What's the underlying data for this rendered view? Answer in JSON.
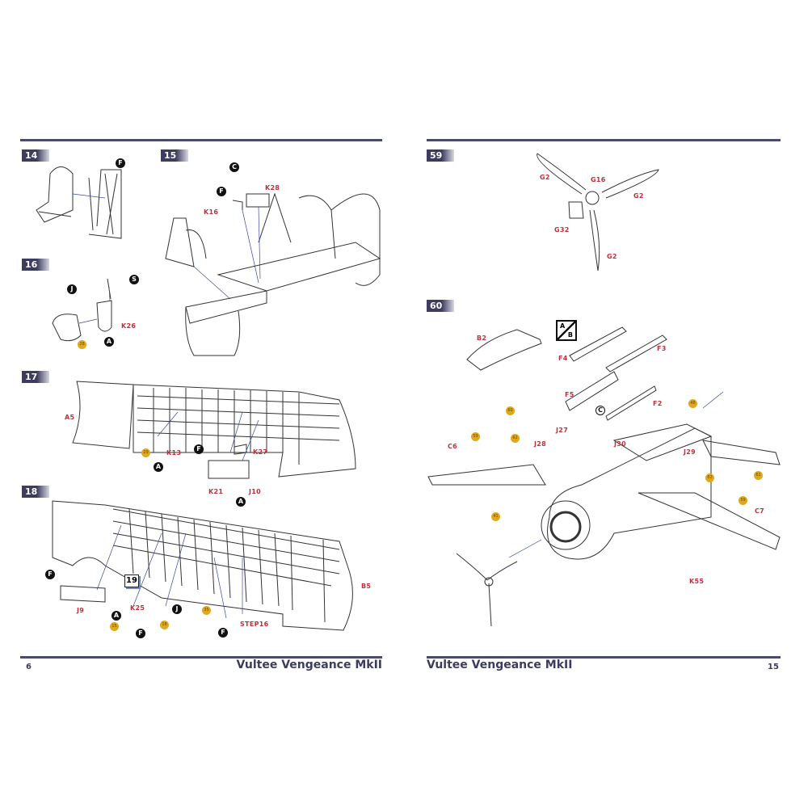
{
  "left_page": {
    "page_number": "6",
    "footer_title": "Vultee Vengeance MkII",
    "steps": {
      "s14": {
        "number": "14",
        "refs": [
          "F"
        ]
      },
      "s15": {
        "number": "15",
        "refs": [
          "C",
          "F"
        ],
        "parts": [
          "K28",
          "K16"
        ]
      },
      "s16": {
        "number": "16",
        "refs": [
          "J",
          "S",
          "A"
        ],
        "parts": [
          "K26"
        ],
        "colors": [
          "28"
        ]
      },
      "s17": {
        "number": "17",
        "refs": [
          "A",
          "F",
          "A"
        ],
        "parts": [
          "A5",
          "K13",
          "K27",
          "K21",
          "J10"
        ],
        "colors": [
          "29"
        ]
      },
      "s18": {
        "number": "18",
        "refs": [
          "F",
          "A",
          "F",
          "J",
          "F"
        ],
        "parts": [
          "J9",
          "K25",
          "STEP16",
          "B5"
        ],
        "colors": [
          "15",
          "18",
          "35"
        ],
        "next_step": "19"
      }
    }
  },
  "right_page": {
    "page_number": "15",
    "footer_title": "Vultee Vengeance MkII",
    "steps": {
      "s59": {
        "number": "59",
        "parts": [
          "G2",
          "G16",
          "G2",
          "G32",
          "G2"
        ]
      },
      "s60": {
        "number": "60",
        "option": {
          "a": "A",
          "b": "B"
        },
        "refs": [
          "C"
        ],
        "parts": [
          "B2",
          "F4",
          "F3",
          "F5",
          "F2",
          "J27",
          "J28",
          "J30",
          "J29",
          "C6",
          "C7",
          "K55"
        ],
        "colors": [
          "60",
          "59",
          "62",
          "41",
          "48",
          "62",
          "61",
          "59"
        ]
      }
    }
  },
  "colors": {
    "accent": "#3c3c5e",
    "part_label": "#c0303a",
    "paint_ref": "#e0a81c"
  }
}
